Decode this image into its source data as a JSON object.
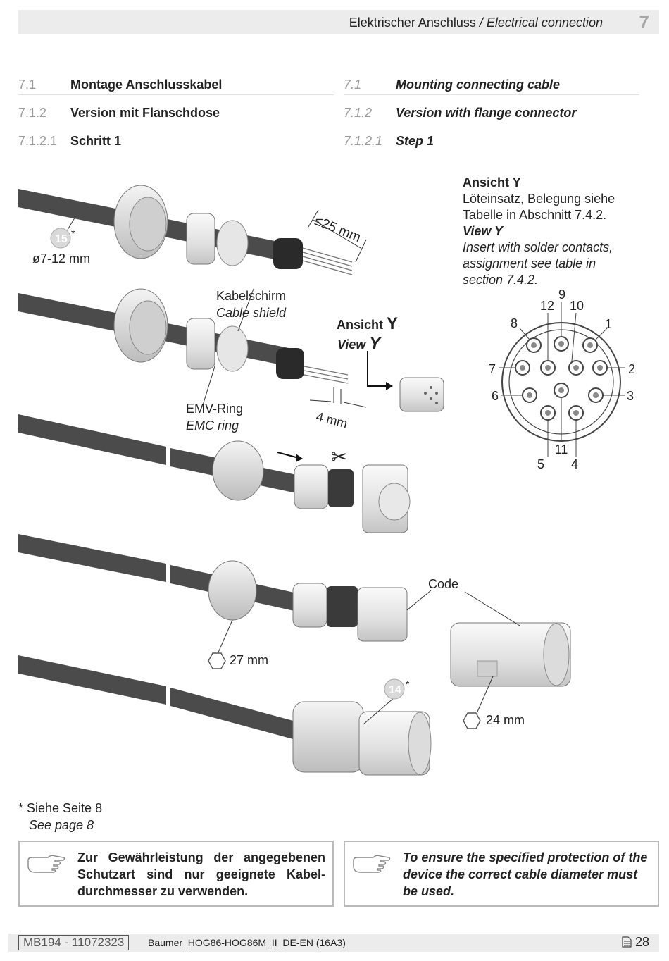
{
  "header": {
    "title_de": "Elektrischer Anschluss",
    "title_sep": "/",
    "title_en": "Electrical connection",
    "chapter": "7"
  },
  "sections": {
    "de": [
      {
        "num": "7.1",
        "text": "Montage Anschlusskabel"
      },
      {
        "num": "7.1.2",
        "text": "Version mit Flanschdose"
      },
      {
        "num": "7.1.2.1",
        "text": "Schritt 1"
      }
    ],
    "en": [
      {
        "num": "7.1",
        "text": "Mounting connecting cable"
      },
      {
        "num": "7.1.2",
        "text": "Version with flange connector"
      },
      {
        "num": "7.1.2.1",
        "text": "Step 1"
      }
    ]
  },
  "figure": {
    "callout_15": "15",
    "callout_14": "14",
    "star": "*",
    "dia_cable": "ø7-12 mm",
    "strip_length": "≤25 mm",
    "shield_de": "Kabelschirm",
    "shield_en": "Cable shield",
    "emc_de": "EMV-Ring",
    "emc_en": "EMC ring",
    "shield_len": "4 mm",
    "view_de": "Ansicht",
    "view_en": "View",
    "view_letter": "Y",
    "code": "Code",
    "wrench_27": "27 mm",
    "wrench_24": "24 mm",
    "ansicht_title_de": "Ansicht Y",
    "ansicht_text_de_1": "Löteinsatz, Belegung siehe",
    "ansicht_text_de_2": "Tabelle in Abschnitt 7.4.2.",
    "ansicht_title_en": "View Y",
    "ansicht_text_en_1": "Insert with solder contacts,",
    "ansicht_text_en_2": "assignment see table in",
    "ansicht_text_en_3": "section 7.4.2.",
    "pins": [
      "1",
      "2",
      "3",
      "4",
      "5",
      "6",
      "7",
      "8",
      "9",
      "10",
      "11",
      "12"
    ]
  },
  "footnote": {
    "de": "* Siehe Seite 8",
    "en": "See page 8"
  },
  "notes": {
    "de": "Zur Gewährleistung der angegebenen Schutzart sind nur geeignete Kabel­durchmesser zu verwenden.",
    "en": "To ensure the specified protection of the device the correct cable diameter must be used."
  },
  "footer": {
    "doc_id": "MB194 - 11072323",
    "file": "Baumer_HOG86-HOG86M_II_DE-EN (16A3)",
    "page": "28"
  }
}
